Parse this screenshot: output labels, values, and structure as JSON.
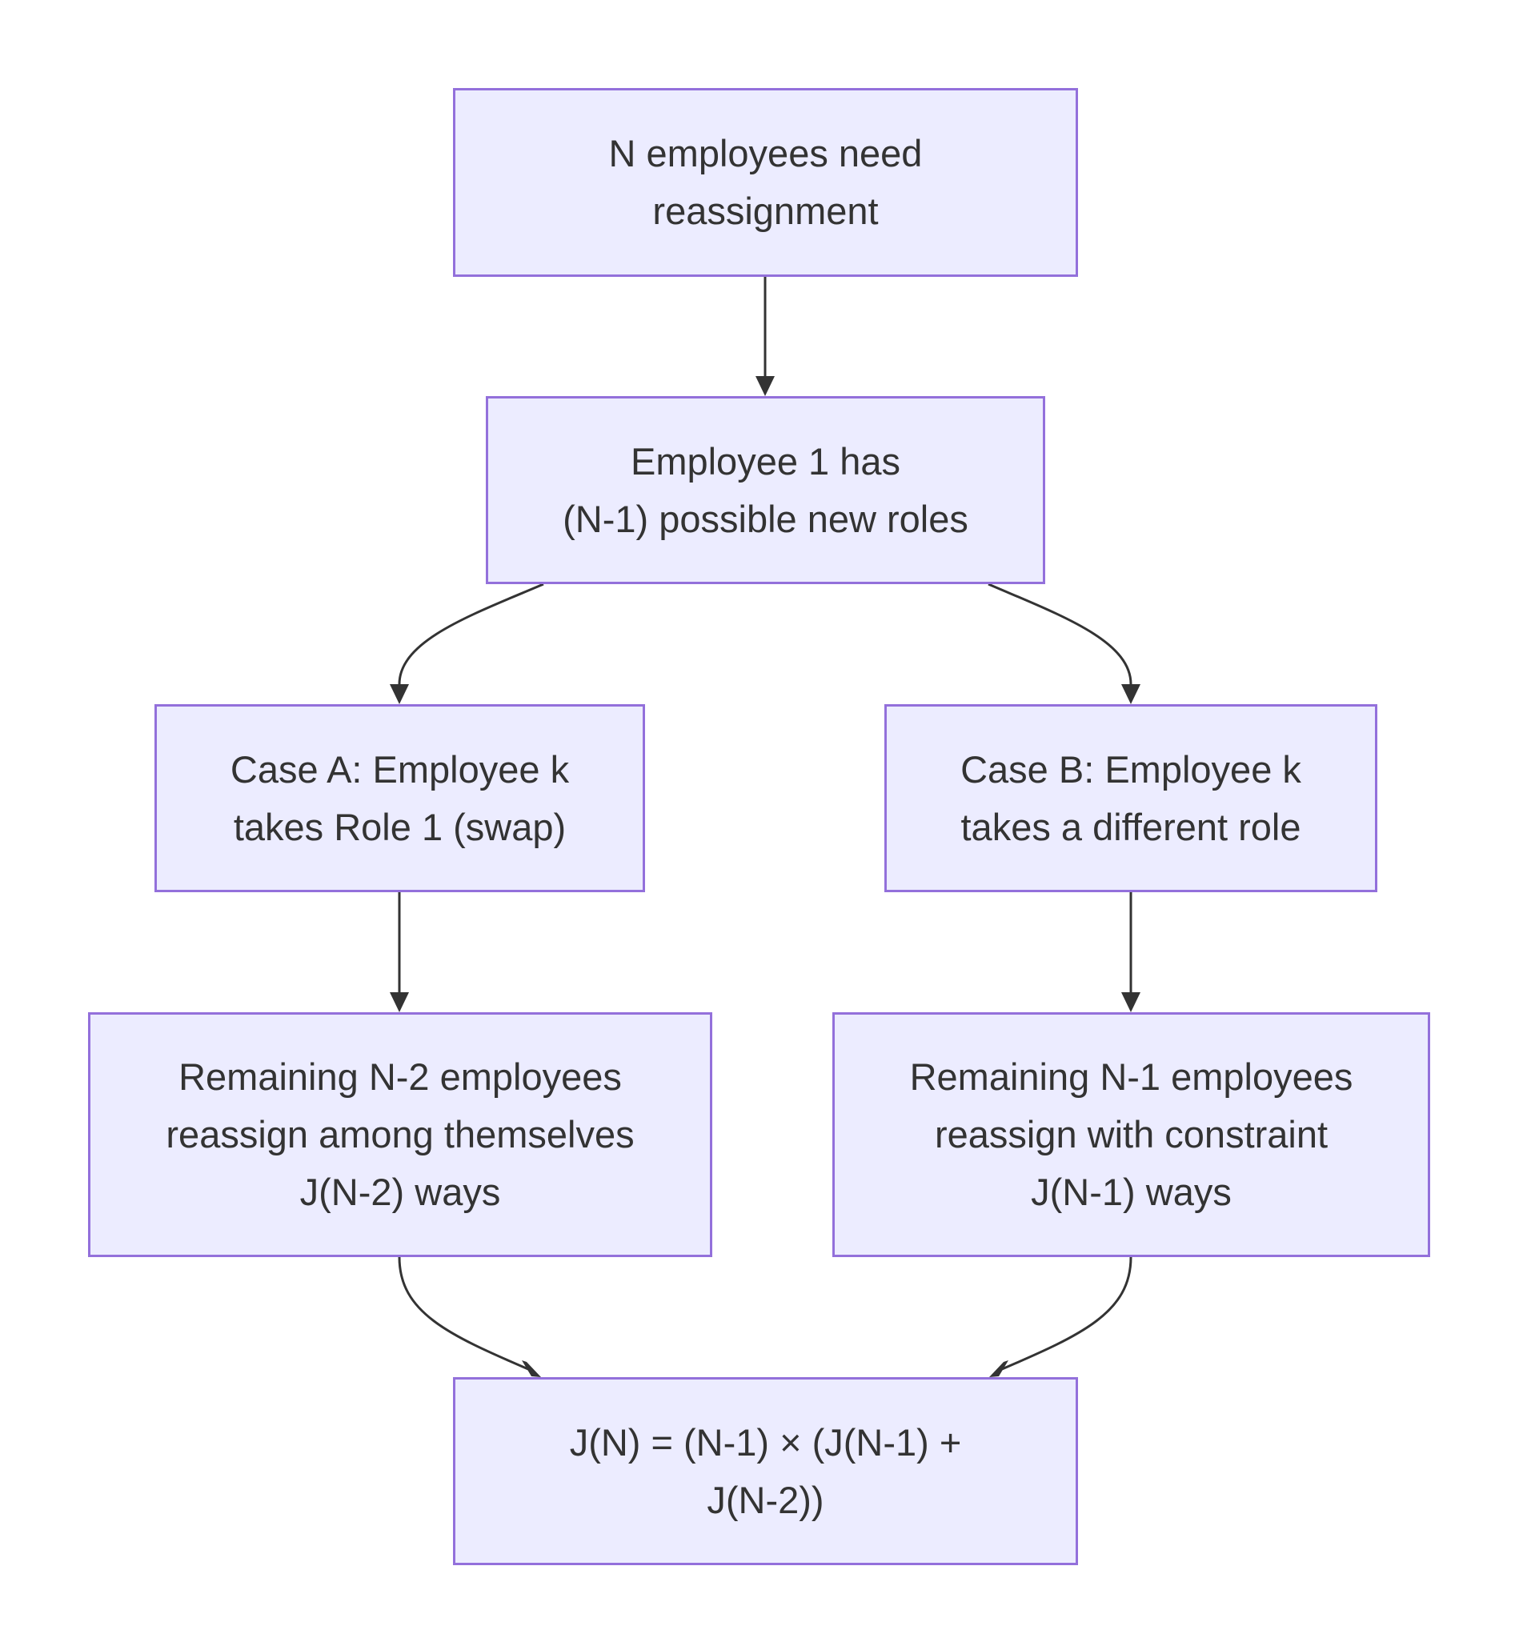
{
  "diagram": {
    "type": "flowchart",
    "nodes": {
      "n1": {
        "lines": [
          "N employees need",
          "reassignment"
        ]
      },
      "n2": {
        "lines": [
          "Employee 1 has",
          "(N-1) possible new roles"
        ]
      },
      "n3": {
        "lines": [
          "Case A: Employee k",
          "takes Role 1 (swap)"
        ]
      },
      "n4": {
        "lines": [
          "Case B: Employee k",
          "takes a different role"
        ]
      },
      "n5": {
        "lines": [
          "Remaining N-2 employees",
          "reassign among themselves",
          "J(N-2) ways"
        ]
      },
      "n6": {
        "lines": [
          "Remaining N-1 employees",
          "reassign with constraint",
          "J(N-1) ways"
        ]
      },
      "n7": {
        "lines": [
          "J(N) = (N-1) × (J(N-1) +",
          "J(N-2))"
        ]
      }
    },
    "edges": [
      {
        "from": "n1",
        "to": "n2"
      },
      {
        "from": "n2",
        "to": "n3"
      },
      {
        "from": "n2",
        "to": "n4"
      },
      {
        "from": "n3",
        "to": "n5"
      },
      {
        "from": "n4",
        "to": "n6"
      },
      {
        "from": "n5",
        "to": "n7"
      },
      {
        "from": "n6",
        "to": "n7"
      }
    ],
    "colors": {
      "node_fill": "#ececff",
      "node_border": "#9370db",
      "text": "#333333",
      "edge": "#333333",
      "background": "#ffffff"
    }
  }
}
